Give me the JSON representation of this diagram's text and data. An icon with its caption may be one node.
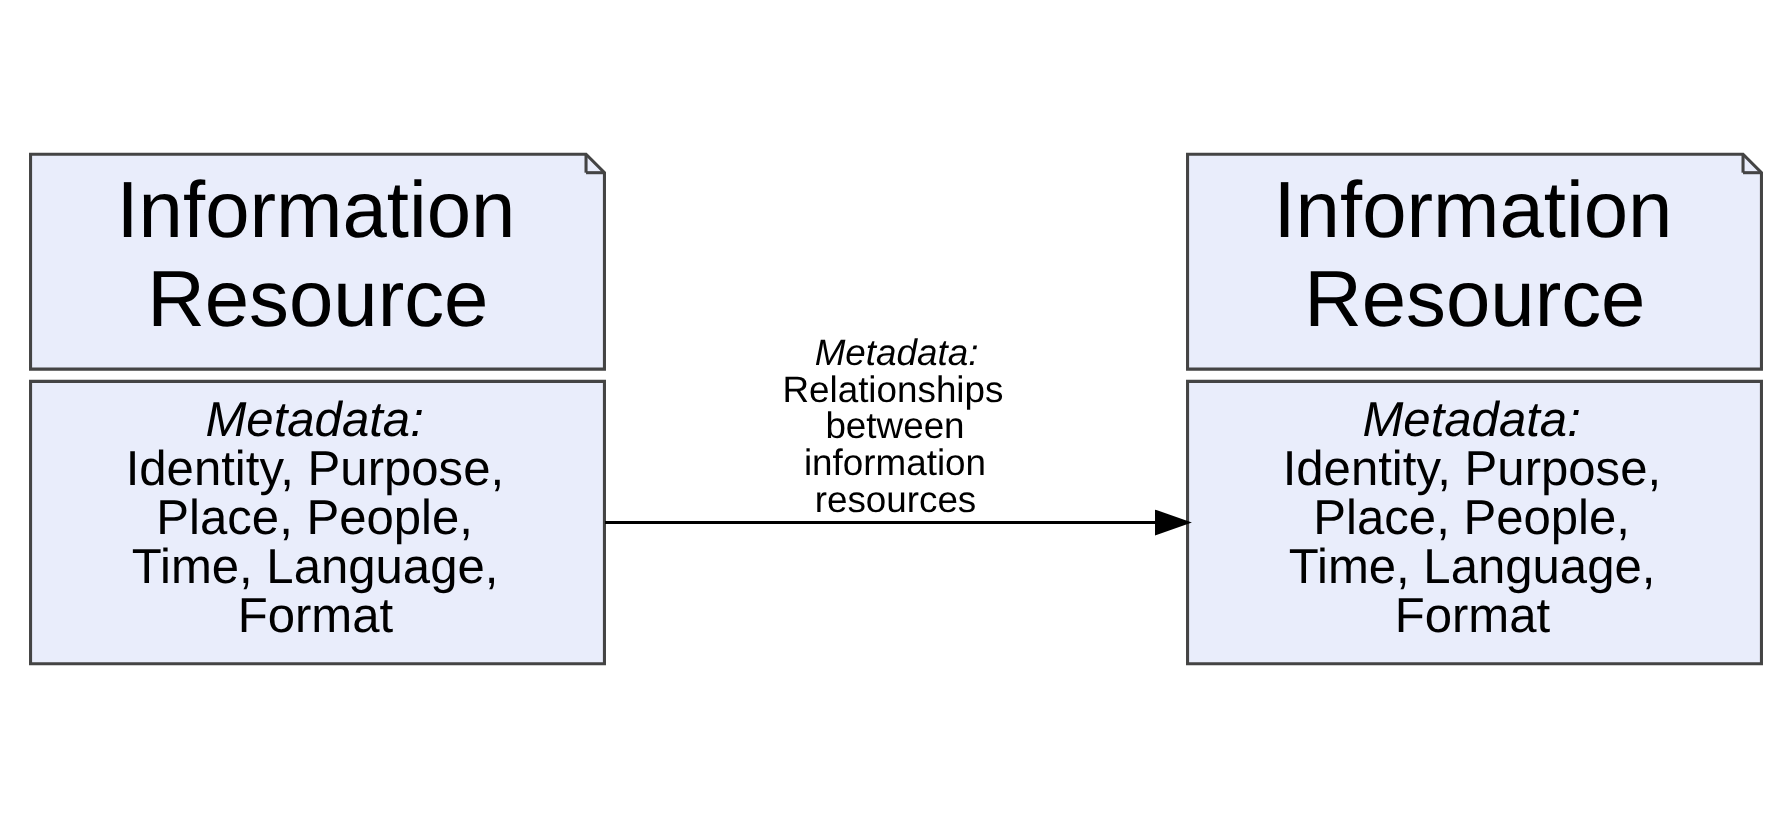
{
  "diagram": {
    "nodes": [
      {
        "text": [
          "*Metadata:*",
          "Identity, Purpose, Place, People, Time, Language, Format"
        ]
      },
      {
        "text": [
          "Information Resource"
        ]
      },
      {
        "text": [
          "*Metadata:*",
          "Identity, Purpose, Place, People, Time, Language, Format"
        ]
      },
      {
        "text": [
          "Information Resource"
        ]
      }
    ],
    "edges": [
      {
        "from": 0,
        "to": 2,
        "arrow": "to",
        "label": "*Metadata:* Relationships between information resources"
      }
    ]
  }
}
